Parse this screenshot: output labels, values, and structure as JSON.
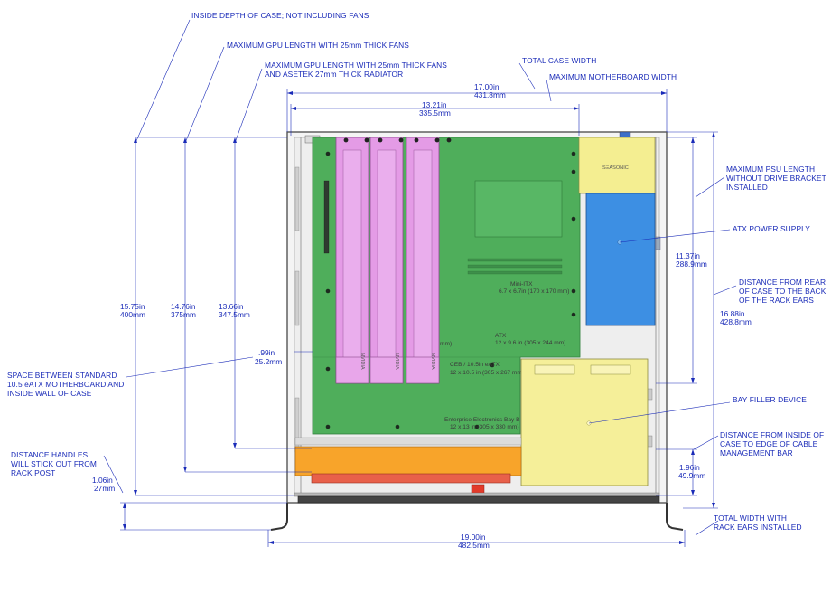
{
  "labels": {
    "depth_case": "INSIDE DEPTH OF CASE; NOT INCLUDING FANS",
    "max_gpu_25": "MAXIMUM GPU LENGTH WITH 25mm THICK FANS",
    "max_gpu_radiator_1": "MAXIMUM GPU LENGTH WITH 25mm THICK FANS",
    "max_gpu_radiator_2": "AND ASETEK 27mm THICK RADIATOR",
    "total_case_width": "TOTAL CASE WIDTH",
    "max_mb_width": "MAXIMUM MOTHERBOARD WIDTH",
    "max_psu_1": "MAXIMUM PSU LENGTH",
    "max_psu_2": "WITHOUT DRIVE BRACKET",
    "max_psu_3": "INSTALLED",
    "atx_psu": "ATX POWER SUPPLY",
    "rear_1": "DISTANCE FROM REAR",
    "rear_2": "OF CASE TO THE BACK",
    "rear_3": "OF THE RACK EARS",
    "space_1": "SPACE BETWEEN STANDARD",
    "space_2": "10.5 eATX MOTHERBOARD AND",
    "space_3": "INSIDE WALL OF CASE",
    "bay_filler": "BAY FILLER DEVICE",
    "cable_1": "DISTANCE FROM INSIDE OF",
    "cable_2": "CASE TO EDGE OF CABLE",
    "cable_3": "MANAGEMENT BAR",
    "handles_1": "DISTANCE HANDLES",
    "handles_2": "WILL STICK OUT FROM",
    "handles_3": "RACK POST",
    "total_width_1": "TOTAL WIDTH WITH",
    "total_width_2": "RACK EARS INSTALLED"
  },
  "dimensions": {
    "d1575_in": "15.75in",
    "d1575_mm": "400mm",
    "d1476_in": "14.76in",
    "d1476_mm": "375mm",
    "d1366_in": "13.66in",
    "d1366_mm": "347.5mm",
    "d1700_in": "17.00in",
    "d1700_mm": "431.8mm",
    "d1321_in": "13.21in",
    "d1321_mm": "335.5mm",
    "d1137_in": "11.37in",
    "d1137_mm": "288.9mm",
    "d1688_in": "16.88in",
    "d1688_mm": "428.8mm",
    "d099_in": ".99in",
    "d099_mm": "25.2mm",
    "d196_in": "1.96in",
    "d196_mm": "49.9mm",
    "d106_in": "1.06in",
    "d106_mm": "27mm",
    "d1900_in": "19.00in",
    "d1900_mm": "482.5mm"
  },
  "board": {
    "mini_itx_1": "Mini-ITX",
    "mini_itx_2": "6.7 x 6.7in (170 x 170 mm)",
    "atx_1": "ATX",
    "atx_2": "12 x 9.6 in (305 x 244 mm)",
    "ceb_1": "CEB / 10.5in eATX",
    "ceb_2": "12 x 10.5 in (305 x 267 mm)",
    "eeb_1": "Enterprise Electronics Bay B",
    "eeb_2": "12 x 13 in (305 x 330 mm)",
    "mm_fragment": "mm)",
    "psu_logo": "SΞASONIC",
    "gpu_logo": "NVIDIA"
  },
  "colors": {
    "annotation": "#1a2bb8",
    "board": "#4fae5b",
    "gpu": "#e49be6",
    "psu": "#3d8fe3",
    "psu_top": "#f4ee91",
    "bay": "#f5ef99",
    "fan_bar": "#f8a42a",
    "fans": "#e8604a"
  }
}
